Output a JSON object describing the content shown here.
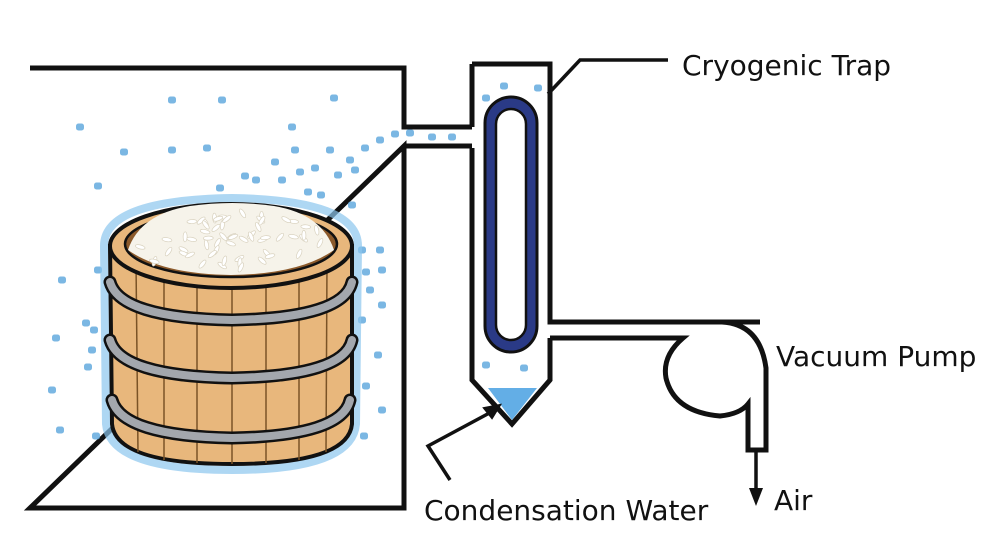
{
  "diagram": {
    "title": "Freeze-drying setup with cryogenic trap",
    "labels": {
      "cryogenic_trap": "Cryogenic Trap",
      "vacuum_pump": "Vacuum Pump",
      "condensation_water": "Condensation Water",
      "air": "Air"
    },
    "components": [
      {
        "id": "drying-chamber",
        "name": "Drying chamber"
      },
      {
        "id": "rice-bucket",
        "name": "Wooden bucket of rice"
      },
      {
        "id": "cryogenic-trap",
        "name": "Cryogenic trap with cooling coil"
      },
      {
        "id": "vacuum-pump",
        "name": "Vacuum pump"
      }
    ],
    "colors": {
      "line": "#111111",
      "vapor": "#5aa5dc",
      "coil": "#2a3a86",
      "water": "#63aee6",
      "wood": "#e8b77c",
      "wood_dark": "#c98d4f",
      "band": "#9ea2a8",
      "rice": "#f6f3ea"
    }
  }
}
